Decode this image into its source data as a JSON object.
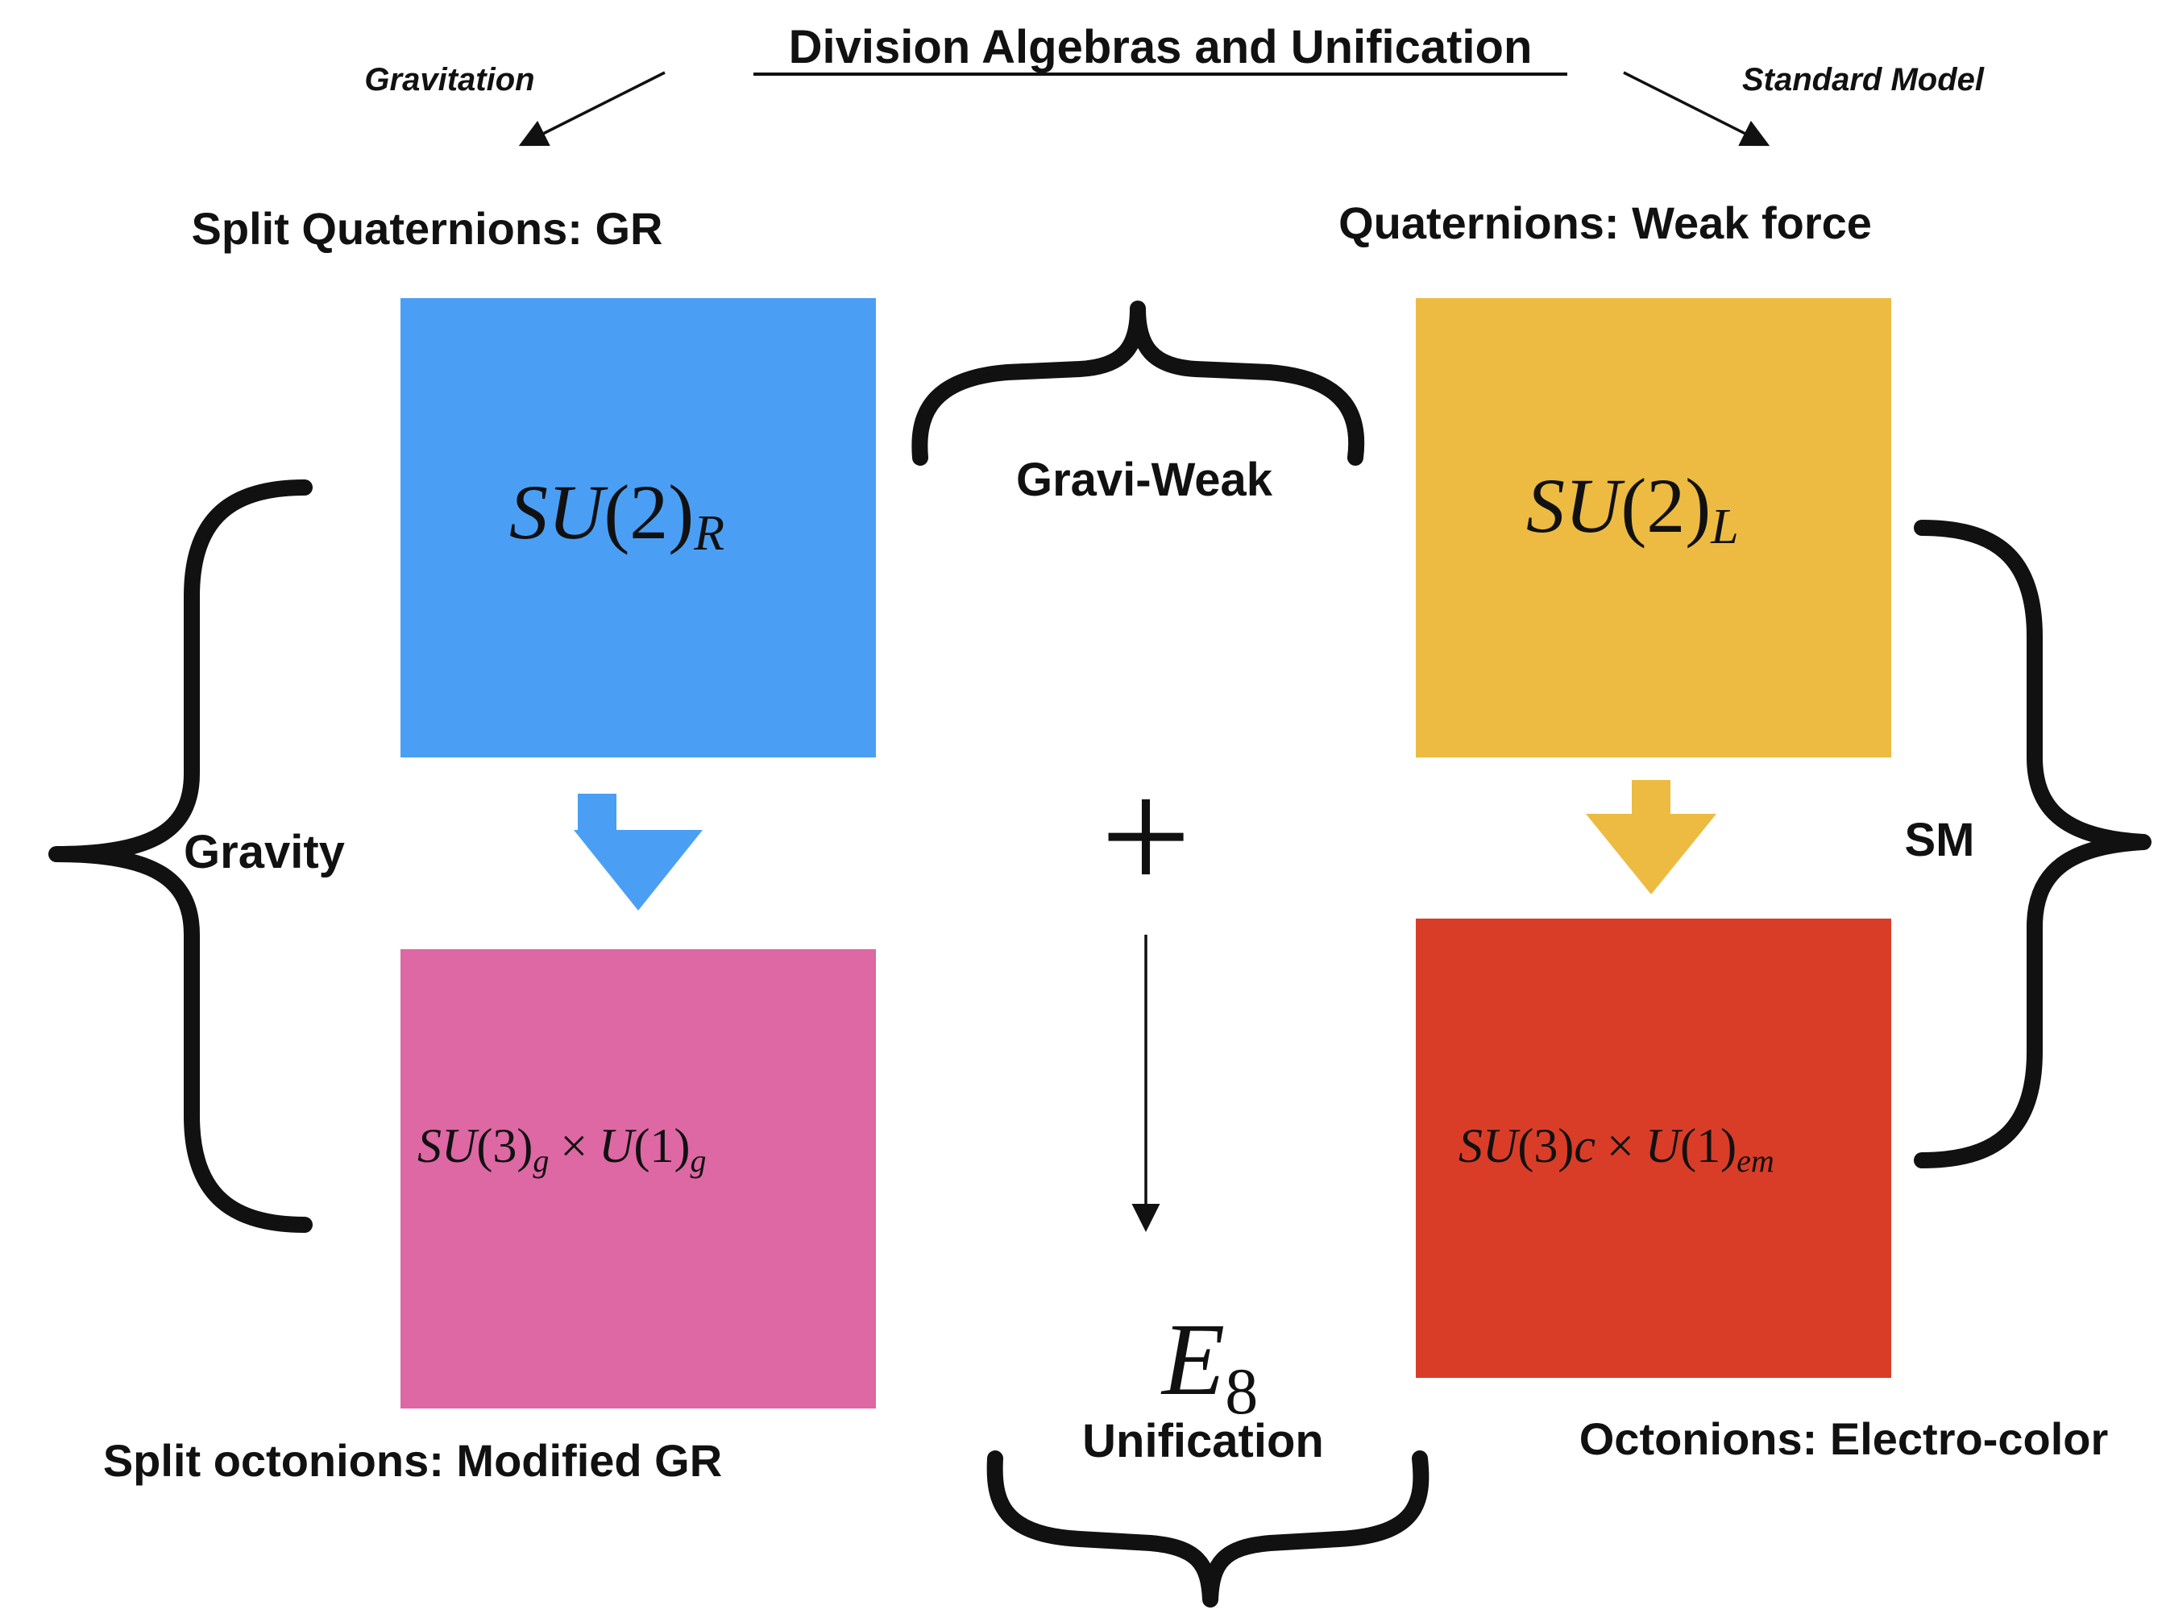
{
  "title": "Division Algebras and Unification",
  "branches": {
    "left_label": "Gravitation",
    "right_label": "Standard Model"
  },
  "headings": {
    "split_quaternions": "Split Quaternions: GR",
    "quaternions": "Quaternions: Weak force",
    "split_octonions": "Split octonions: Modified GR",
    "octonions": "Octonions: Electro-color"
  },
  "boxes": {
    "su2r": {
      "base": "SU",
      "arg": "(2)",
      "sub": "R",
      "color": "#4A9FF5"
    },
    "su2l": {
      "base": "SU",
      "arg": "(2)",
      "sub": "L",
      "color": "#EDBB42"
    },
    "grav_group": {
      "color": "#DD68A3",
      "text_a": "SU",
      "text_b": "(3)",
      "sub_a": "g",
      "times": "×",
      "text_c": "U",
      "text_d": "(1)",
      "sub_b": "g"
    },
    "color_group": {
      "color": "#D93D28",
      "text_a": "SU",
      "text_b": "(3)",
      "text_c": "c",
      "times": "×",
      "text_d": "U",
      "text_e": "(1)",
      "sub": "em"
    }
  },
  "braces": {
    "top": "Gravi-Weak",
    "left": "Gravity",
    "right": "SM",
    "bottom": "Unification"
  },
  "center": {
    "plus": "+",
    "e8_base": "E",
    "e8_sub": "8"
  },
  "colors": {
    "blue": "#4A9FF5",
    "yellow": "#EDBB42",
    "pink": "#DD68A3",
    "red": "#D93D28"
  }
}
